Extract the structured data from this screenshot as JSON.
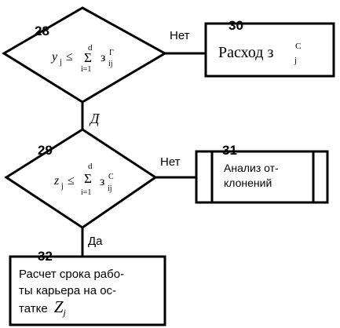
{
  "blocks": {
    "b28": {
      "number": "28",
      "condition": {
        "lhs": "y",
        "lhs_sub": "j",
        "op": "≤",
        "sum": "Σ",
        "sum_top": "d",
        "sum_bottom": "i=1",
        "rhs": "з",
        "rhs_sup": "Г",
        "rhs_sub": "ij"
      },
      "no_label": "Нет",
      "yes_label": "Д"
    },
    "b29": {
      "number": "29",
      "condition": {
        "lhs": "z",
        "lhs_sub": "j",
        "op": "≤",
        "sum": "Σ",
        "sum_top": "d",
        "sum_bottom": "i=1",
        "rhs": "з",
        "rhs_sup": "С",
        "rhs_sub": "ij"
      },
      "no_label": "Нет",
      "yes_label": "Да"
    },
    "b30": {
      "number": "30",
      "text": "Расход з",
      "text_sup": "С",
      "text_sub": "j"
    },
    "b31": {
      "number": "31",
      "lines": [
        "Анализ от-",
        "клонений"
      ]
    },
    "b32": {
      "number": "32",
      "lines": [
        "Расчет срока рабо-",
        "ты карьера на ос-",
        "татке"
      ],
      "var": "Z",
      "var_sub": "j"
    }
  }
}
